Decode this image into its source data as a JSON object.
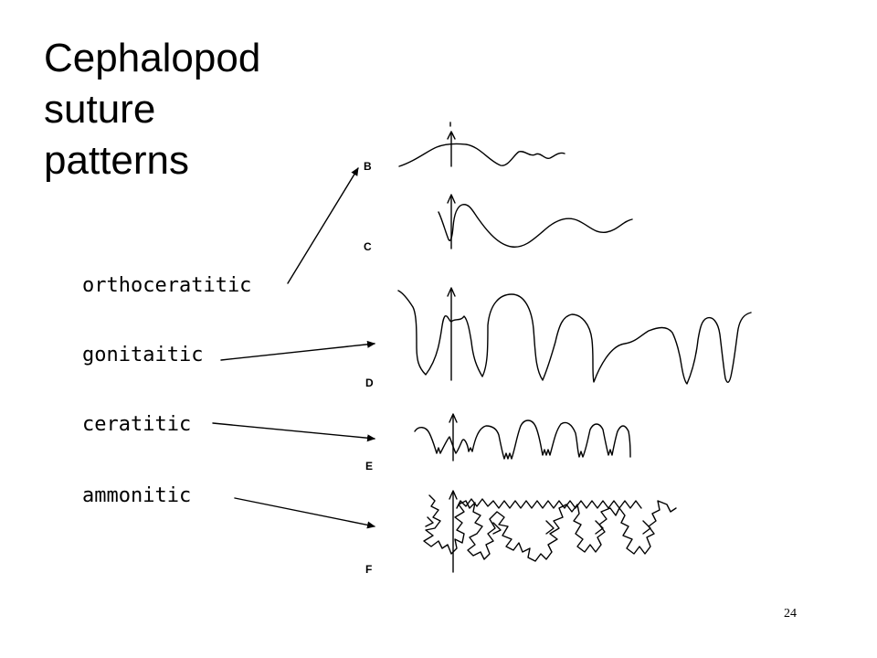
{
  "title": [
    "Cephalopod",
    "suture",
    "patterns"
  ],
  "labels": [
    "orthoceratitic",
    "gonitaitic",
    "ceratitic",
    "ammonitic"
  ],
  "letters": [
    "B",
    "C",
    "D",
    "E",
    "F"
  ],
  "page_number": "24"
}
